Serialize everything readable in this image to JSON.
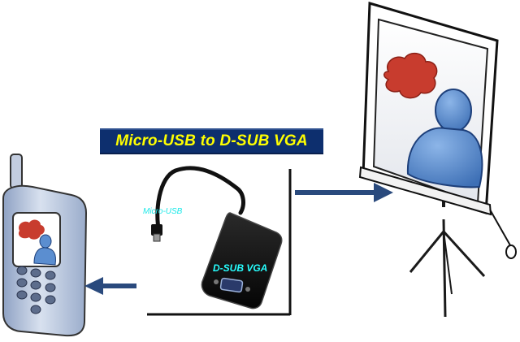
{
  "title": "Micro-USB to D-SUB VGA",
  "labels": {
    "micro_usb": "Micro-USB",
    "dsub_vga": "D-SUB VGA"
  },
  "colors": {
    "title_background": "#0d2f6e",
    "title_text": "#ffff00",
    "label_text": "#19e8e8",
    "arrow": "#2a4a7d",
    "avatar": "#5b8ed0",
    "cloud": "#c63a2c"
  },
  "icons": [
    "phone-icon",
    "projector-screen-icon",
    "adapter-cable-icon",
    "arrow-right-icon",
    "arrow-left-icon",
    "person-icon",
    "cloud-icon"
  ]
}
